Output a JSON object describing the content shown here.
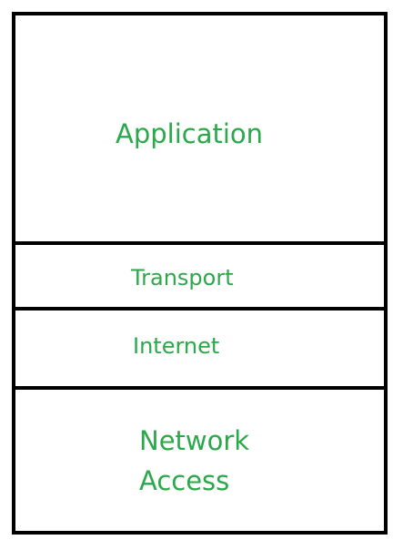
{
  "colors": {
    "line": "#000000",
    "text": "#2aa84a",
    "background": "#ffffff"
  },
  "layers": {
    "application": "Application",
    "transport": "Transport",
    "internet": "Internet",
    "network_access_line1": "Network",
    "network_access_line2": "Access"
  }
}
